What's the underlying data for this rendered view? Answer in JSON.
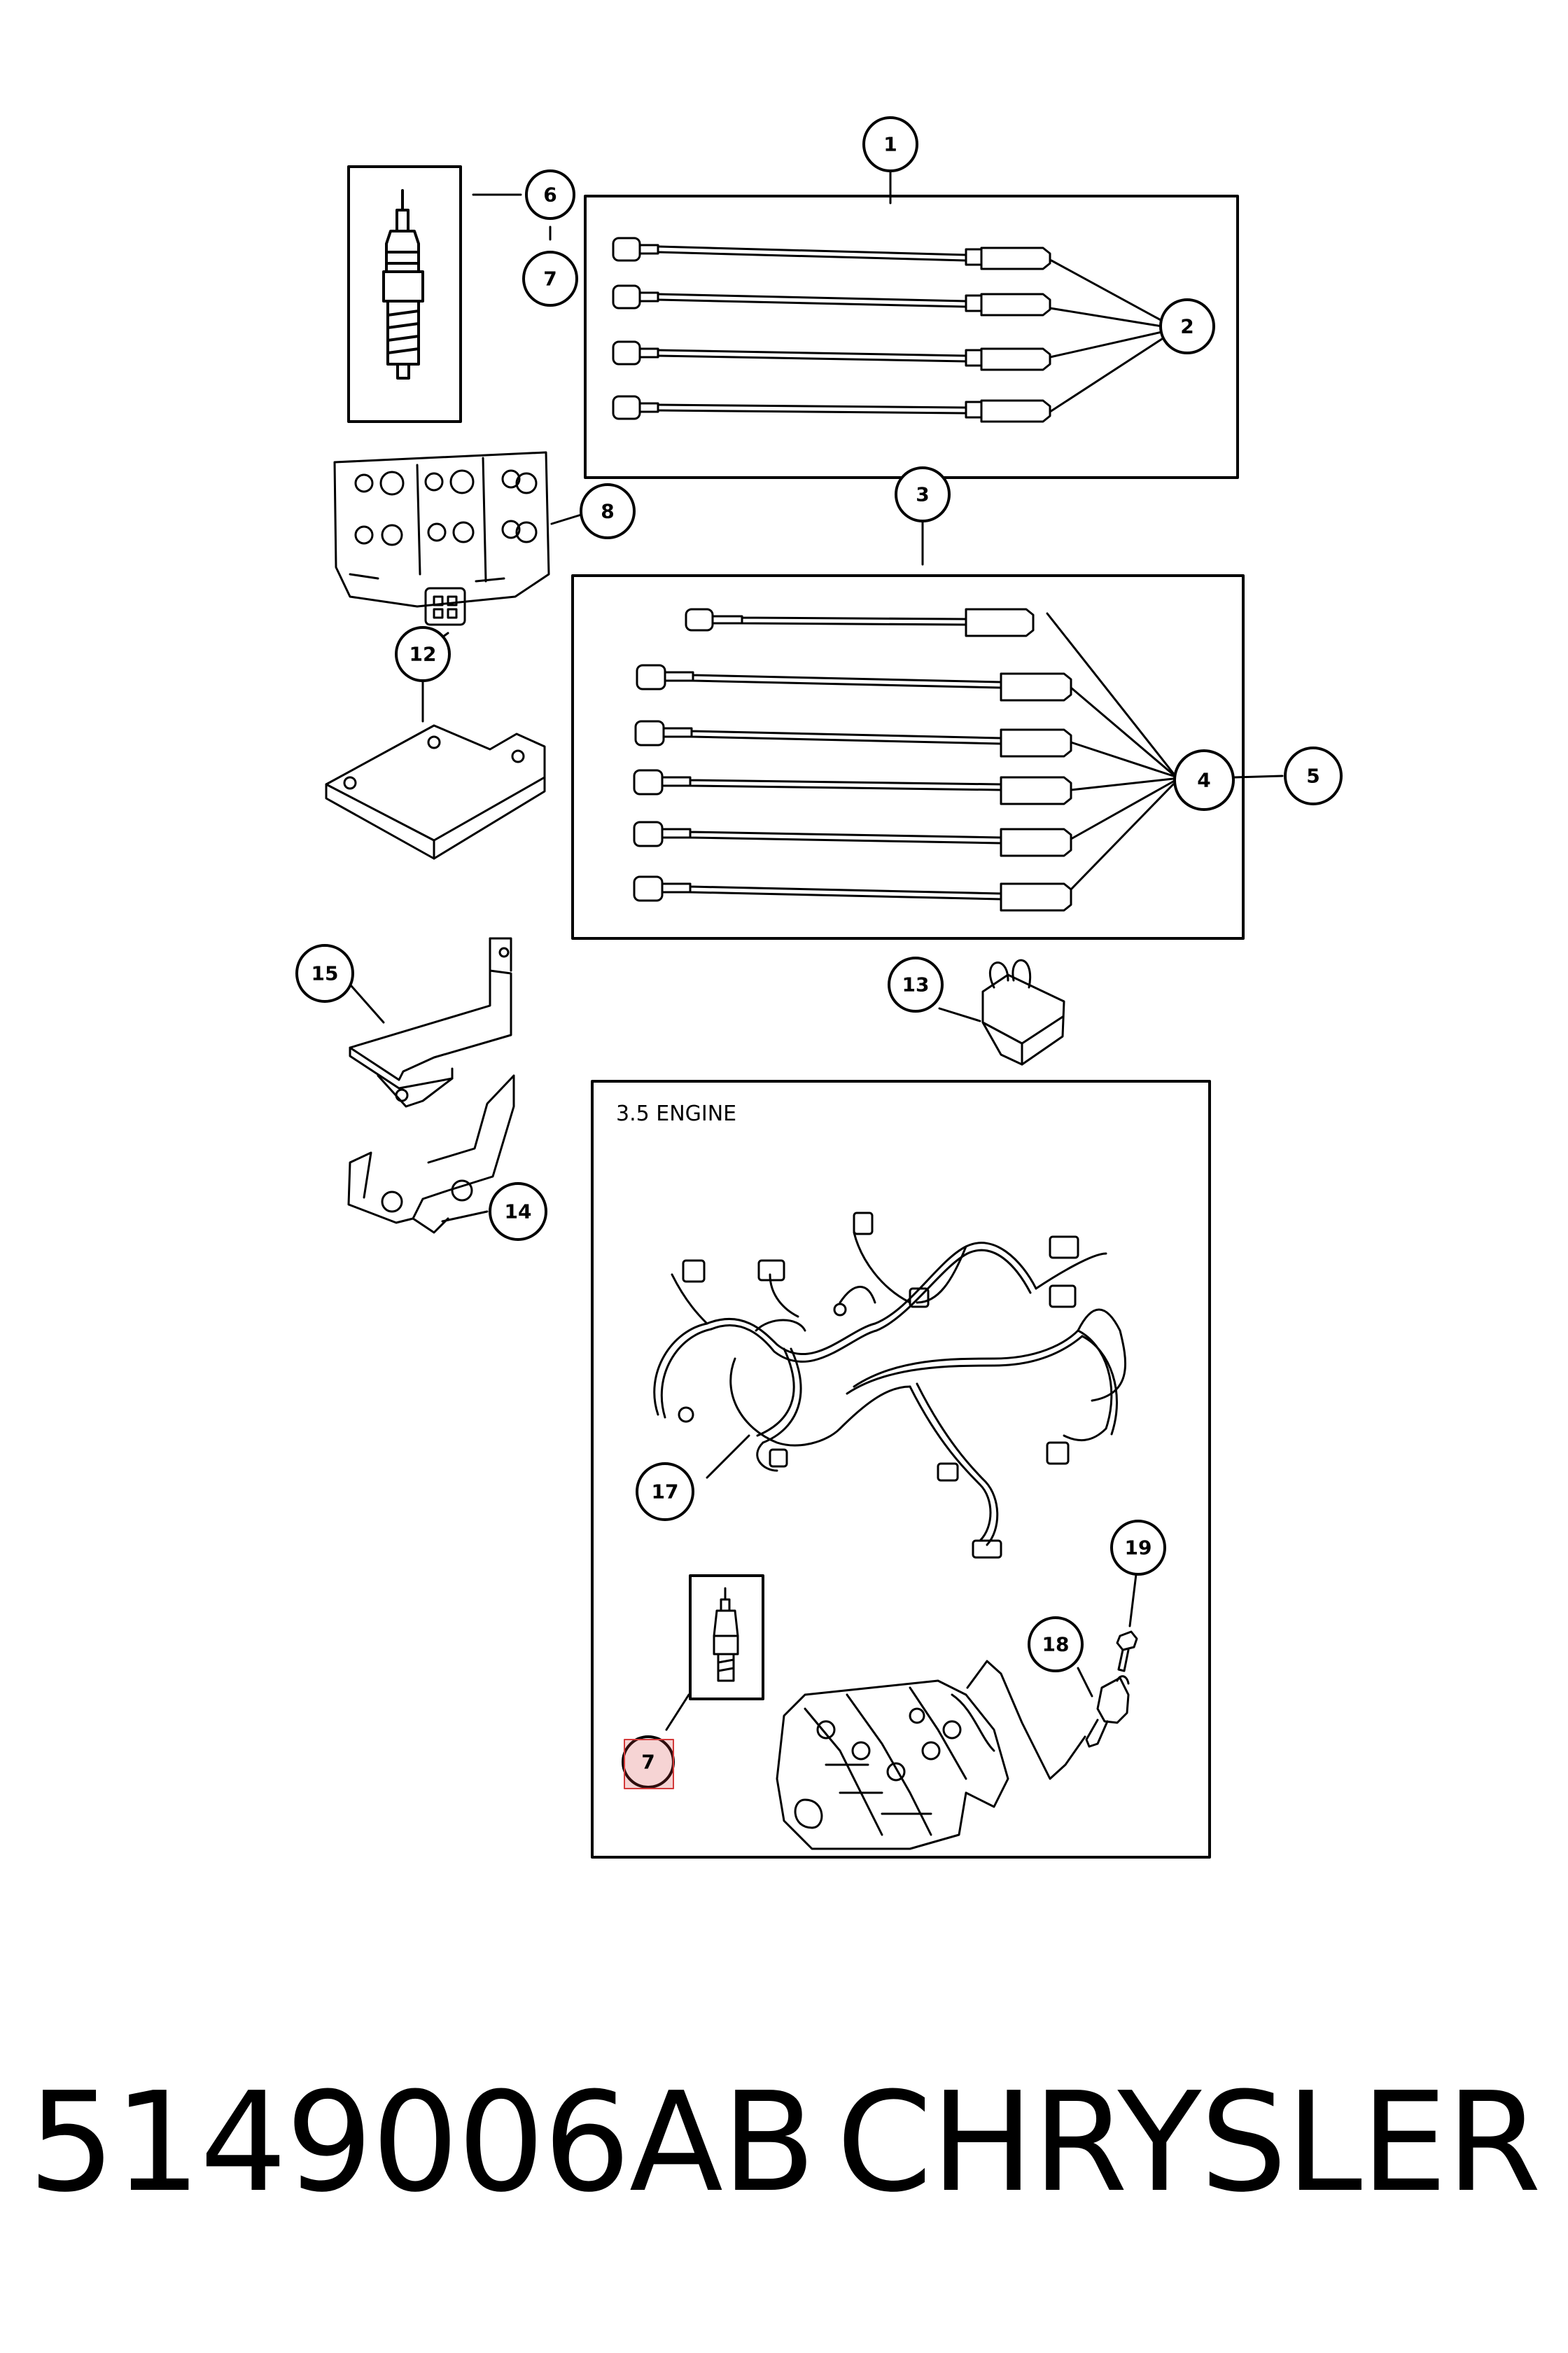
{
  "callouts": [
    "1",
    "2",
    "3",
    "4",
    "5",
    "6",
    "7",
    "8",
    "12",
    "13",
    "14",
    "15",
    "17",
    "18",
    "19",
    "7"
  ],
  "engine_label": "3.5 ENGINE",
  "footer": {
    "part_number": "5149006AB",
    "brand": "CHRYSLER"
  }
}
